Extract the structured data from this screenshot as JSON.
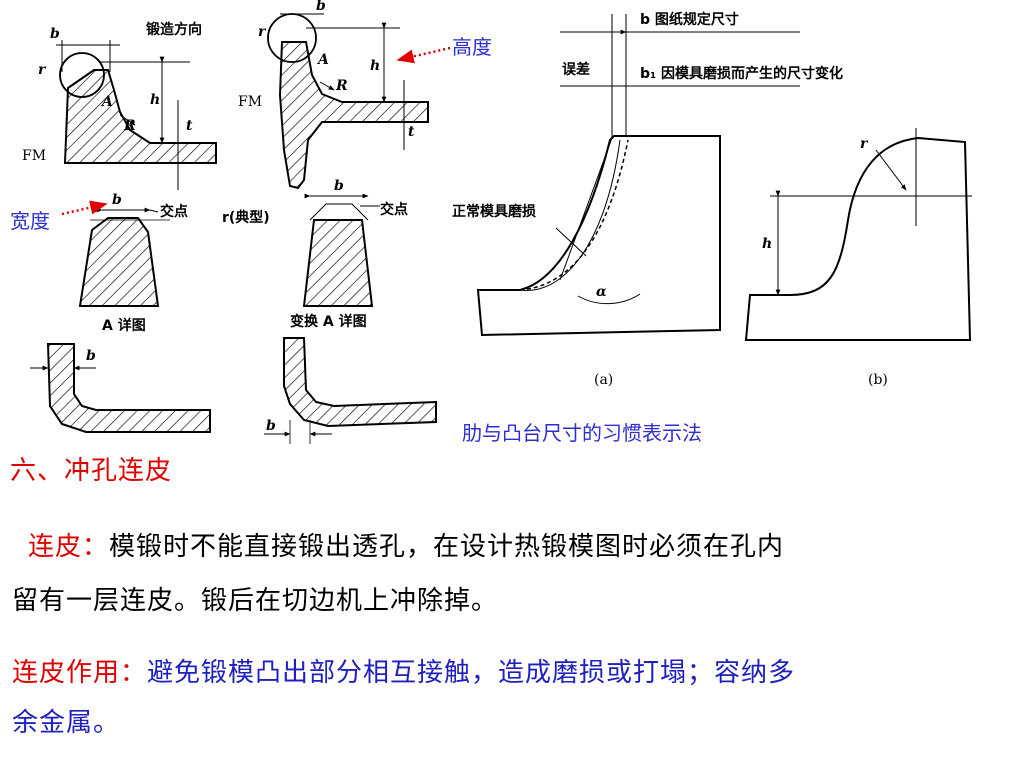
{
  "colors": {
    "red": "#e00000",
    "blue": "#2020c0",
    "black": "#000000"
  },
  "left_figure": {
    "b": "b",
    "r": "r",
    "A": "A",
    "R": "R",
    "h": "h",
    "t": "t",
    "forging_direction": "锻造方向",
    "fm": "FM",
    "height_label": "高度",
    "width_label": "宽度",
    "intersection": "交点",
    "detail_a": "A 详图",
    "typical_r": "r(典型)",
    "alt_detail_a": "变换 A 详图"
  },
  "right_figure": {
    "b_note": "b 图纸规定尺寸",
    "error": "误差",
    "b1_note": "b₁ 因模具磨损而产生的尺寸变化",
    "normal_wear": "正常模具磨损",
    "alpha": "α",
    "sub_a": "(a)",
    "sub_b": "(b)",
    "r": "r",
    "h": "h"
  },
  "caption": "肋与凸台尺寸的习惯表示法",
  "section_title": "六、冲孔连皮",
  "para1": {
    "term": "连皮：",
    "body": "模锻时不能直接锻出透孔，在设计热锻模图时必须在孔内",
    "body2": "留有一层连皮。锻后在切边机上冲除掉。"
  },
  "para2": {
    "term": "连皮作用：",
    "body": "避免锻模凸出部分相互接触，造成磨损或打塌；容纳多",
    "body2": "余金属。"
  }
}
